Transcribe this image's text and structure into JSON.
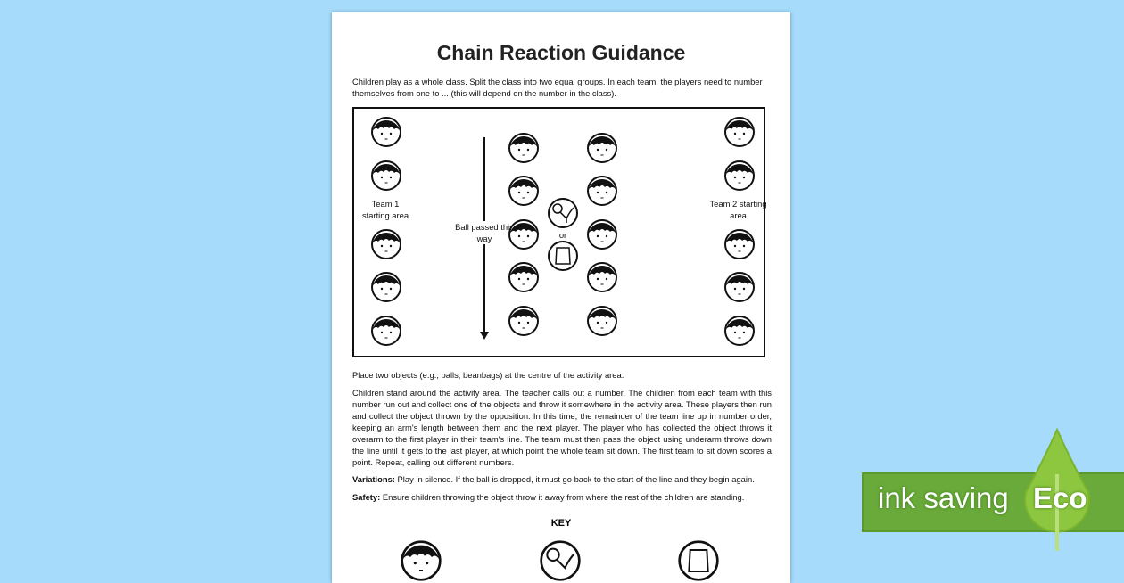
{
  "document": {
    "title": "Chain Reaction Guidance",
    "intro": "Children play as a whole class. Split the class into two equal groups. In each team, the players need to number themselves from one to ... (this will depend on the number in the class).",
    "diagram": {
      "team1_label": "Team 1 starting area",
      "team2_label": "Team 2 starting area",
      "arrow_label": "Ball passed this way",
      "or_label": "or"
    },
    "setup": "Place two objects (e.g., balls, beanbags) at the centre of the activity area.",
    "instructions": "Children stand around the activity area. The teacher calls out a number. The children from each team with this number run out and collect one of the objects and throw it somewhere in the activity area. These players then run and collect the object thrown by the opposition. In this time, the remainder of the team line up in number order, keeping an arm's length between them and the next player. The player who has collected the object throws it overarm to the first player in their team's line. The team must then pass the object using underarm throws down the line until it gets to the last player, at which point the whole team sit down. The first team to sit down scores a point. Repeat, calling out different numbers.",
    "variations_label": "Variations:",
    "variations": "Play in silence. If the ball is dropped, it must go back to the start of the line and they begin again.",
    "safety_label": "Safety:",
    "safety": "Ensure children throwing the object throw it away from where the rest of the children are standing.",
    "key_label": "KEY"
  },
  "badge": {
    "text": "ink saving",
    "eco": "Eco",
    "bar_color": "#6aaa3a",
    "leaf_color": "#8dc63f"
  }
}
